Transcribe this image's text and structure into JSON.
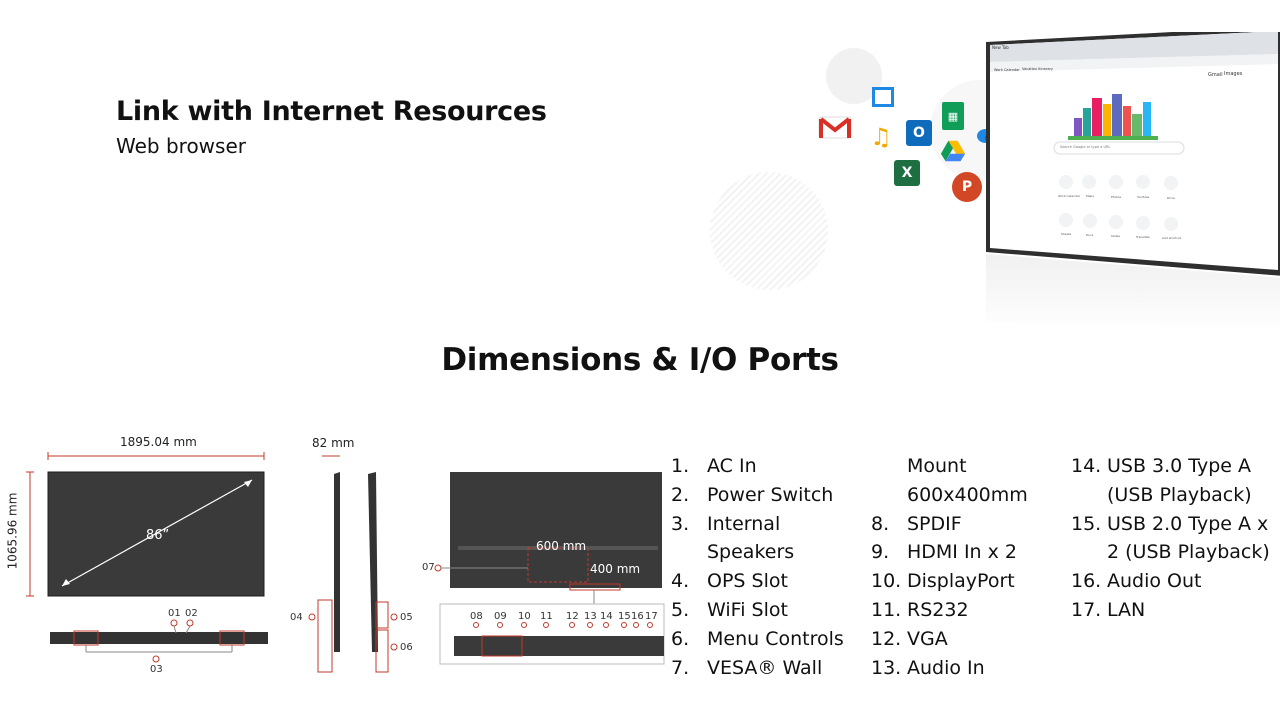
{
  "header": {
    "title": "Link with Internet Resources",
    "subtitle": "Web browser"
  },
  "section_title": "Dimensions & I/O Ports",
  "diagram": {
    "width_label": "1895.04 mm",
    "height_label": "1065.96 mm",
    "depth_label": "82 mm",
    "diagonal_label": "86”",
    "vesa_h_label": "600  mm",
    "vesa_v_label": "400 mm",
    "callouts": [
      "01",
      "02",
      "03",
      "04",
      "05",
      "06",
      "07",
      "08",
      "09",
      "10",
      "11",
      "12",
      "13",
      "14",
      "15",
      "16",
      "17"
    ]
  },
  "browser": {
    "tab_label": "New Tab",
    "bookmark_1": "Work Calendar",
    "bookmark_2": "Vacation Itinerary",
    "link_gmail": "Gmail",
    "link_images": "Images",
    "search_placeholder": "Search Google or type a URL",
    "shortcuts": [
      "Work Calendar",
      "Maps",
      "Photos",
      "YouTube",
      "Drive",
      "Sheets",
      "Docs",
      "Slides",
      "Translate",
      "Add shortcut"
    ]
  },
  "ports": {
    "col1": [
      {
        "num": "1.",
        "text": "AC In"
      },
      {
        "num": "2.",
        "text": "Power Switch"
      },
      {
        "num": "3.",
        "text": "Internal"
      },
      {
        "num": "",
        "text": "Speakers"
      },
      {
        "num": "4.",
        "text": "OPS Slot"
      },
      {
        "num": "5.",
        "text": "WiFi Slot"
      },
      {
        "num": "6.",
        "text": "Menu Controls"
      },
      {
        "num": "7.",
        "text": "VESA® Wall"
      }
    ],
    "col2": [
      {
        "num": "",
        "text": "Mount"
      },
      {
        "num": "",
        "text": "600x400mm"
      },
      {
        "num": "8.",
        "text": "SPDIF"
      },
      {
        "num": "9.",
        "text": "HDMI In x 2"
      },
      {
        "num": "10.",
        "text": "DisplayPort"
      },
      {
        "num": "11.",
        "text": "RS232"
      },
      {
        "num": "12.",
        "text": "VGA"
      },
      {
        "num": "13.",
        "text": "Audio In"
      }
    ],
    "col3": [
      {
        "num": "14.",
        "text": "USB 3.0 Type A"
      },
      {
        "num": "",
        "text": "(USB Playback)"
      },
      {
        "num": "15.",
        "text": "USB 2.0 Type A x"
      },
      {
        "num": "",
        "text": "2 (USB Playback)"
      },
      {
        "num": "16.",
        "text": "Audio Out"
      },
      {
        "num": "17.",
        "text": "LAN"
      }
    ]
  },
  "colors": {
    "accent_red": "#c0392b",
    "screen_dark": "#3a3a3a"
  }
}
